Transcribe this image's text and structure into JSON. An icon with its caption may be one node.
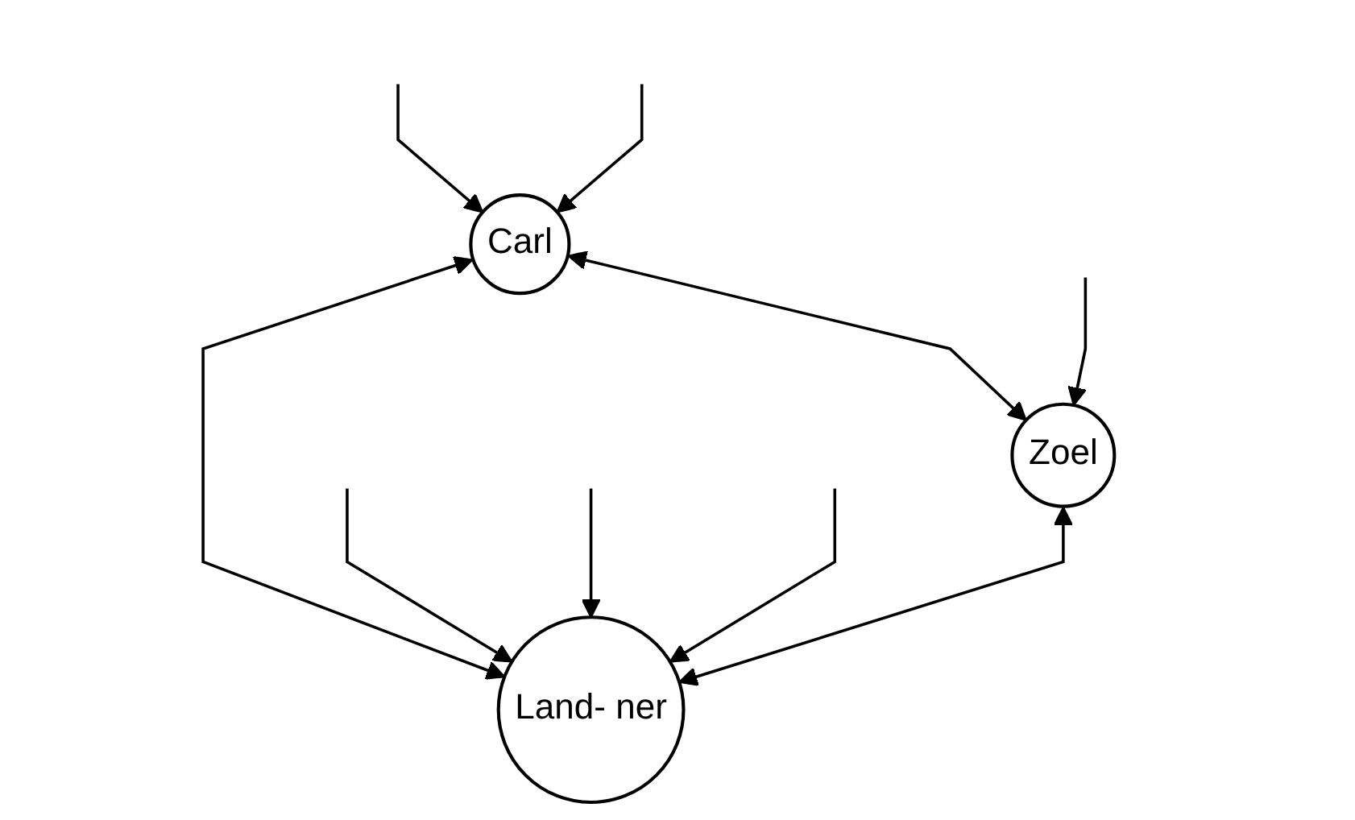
{
  "diagram": {
    "nodes": [
      {
        "text": [
          "Carl"
        ]
      },
      {
        "text": [
          "Zoel"
        ]
      },
      {
        "text": [
          "Land- ner"
        ]
      }
    ],
    "edges": [
      {
        "from": null,
        "to": 0,
        "arrow": "to"
      },
      {
        "from": null,
        "to": 0,
        "arrow": "to"
      },
      {
        "from": null,
        "to": 1,
        "arrow": "to"
      },
      {
        "from": 0,
        "to": 1,
        "arrow": "both"
      },
      {
        "from": 0,
        "to": 2,
        "arrow": "both"
      },
      {
        "from": 1,
        "to": 2,
        "arrow": "both"
      },
      {
        "from": null,
        "to": 2,
        "arrow": "to"
      },
      {
        "from": null,
        "to": 2,
        "arrow": "to"
      },
      {
        "from": null,
        "to": 2,
        "arrow": "to"
      }
    ]
  }
}
